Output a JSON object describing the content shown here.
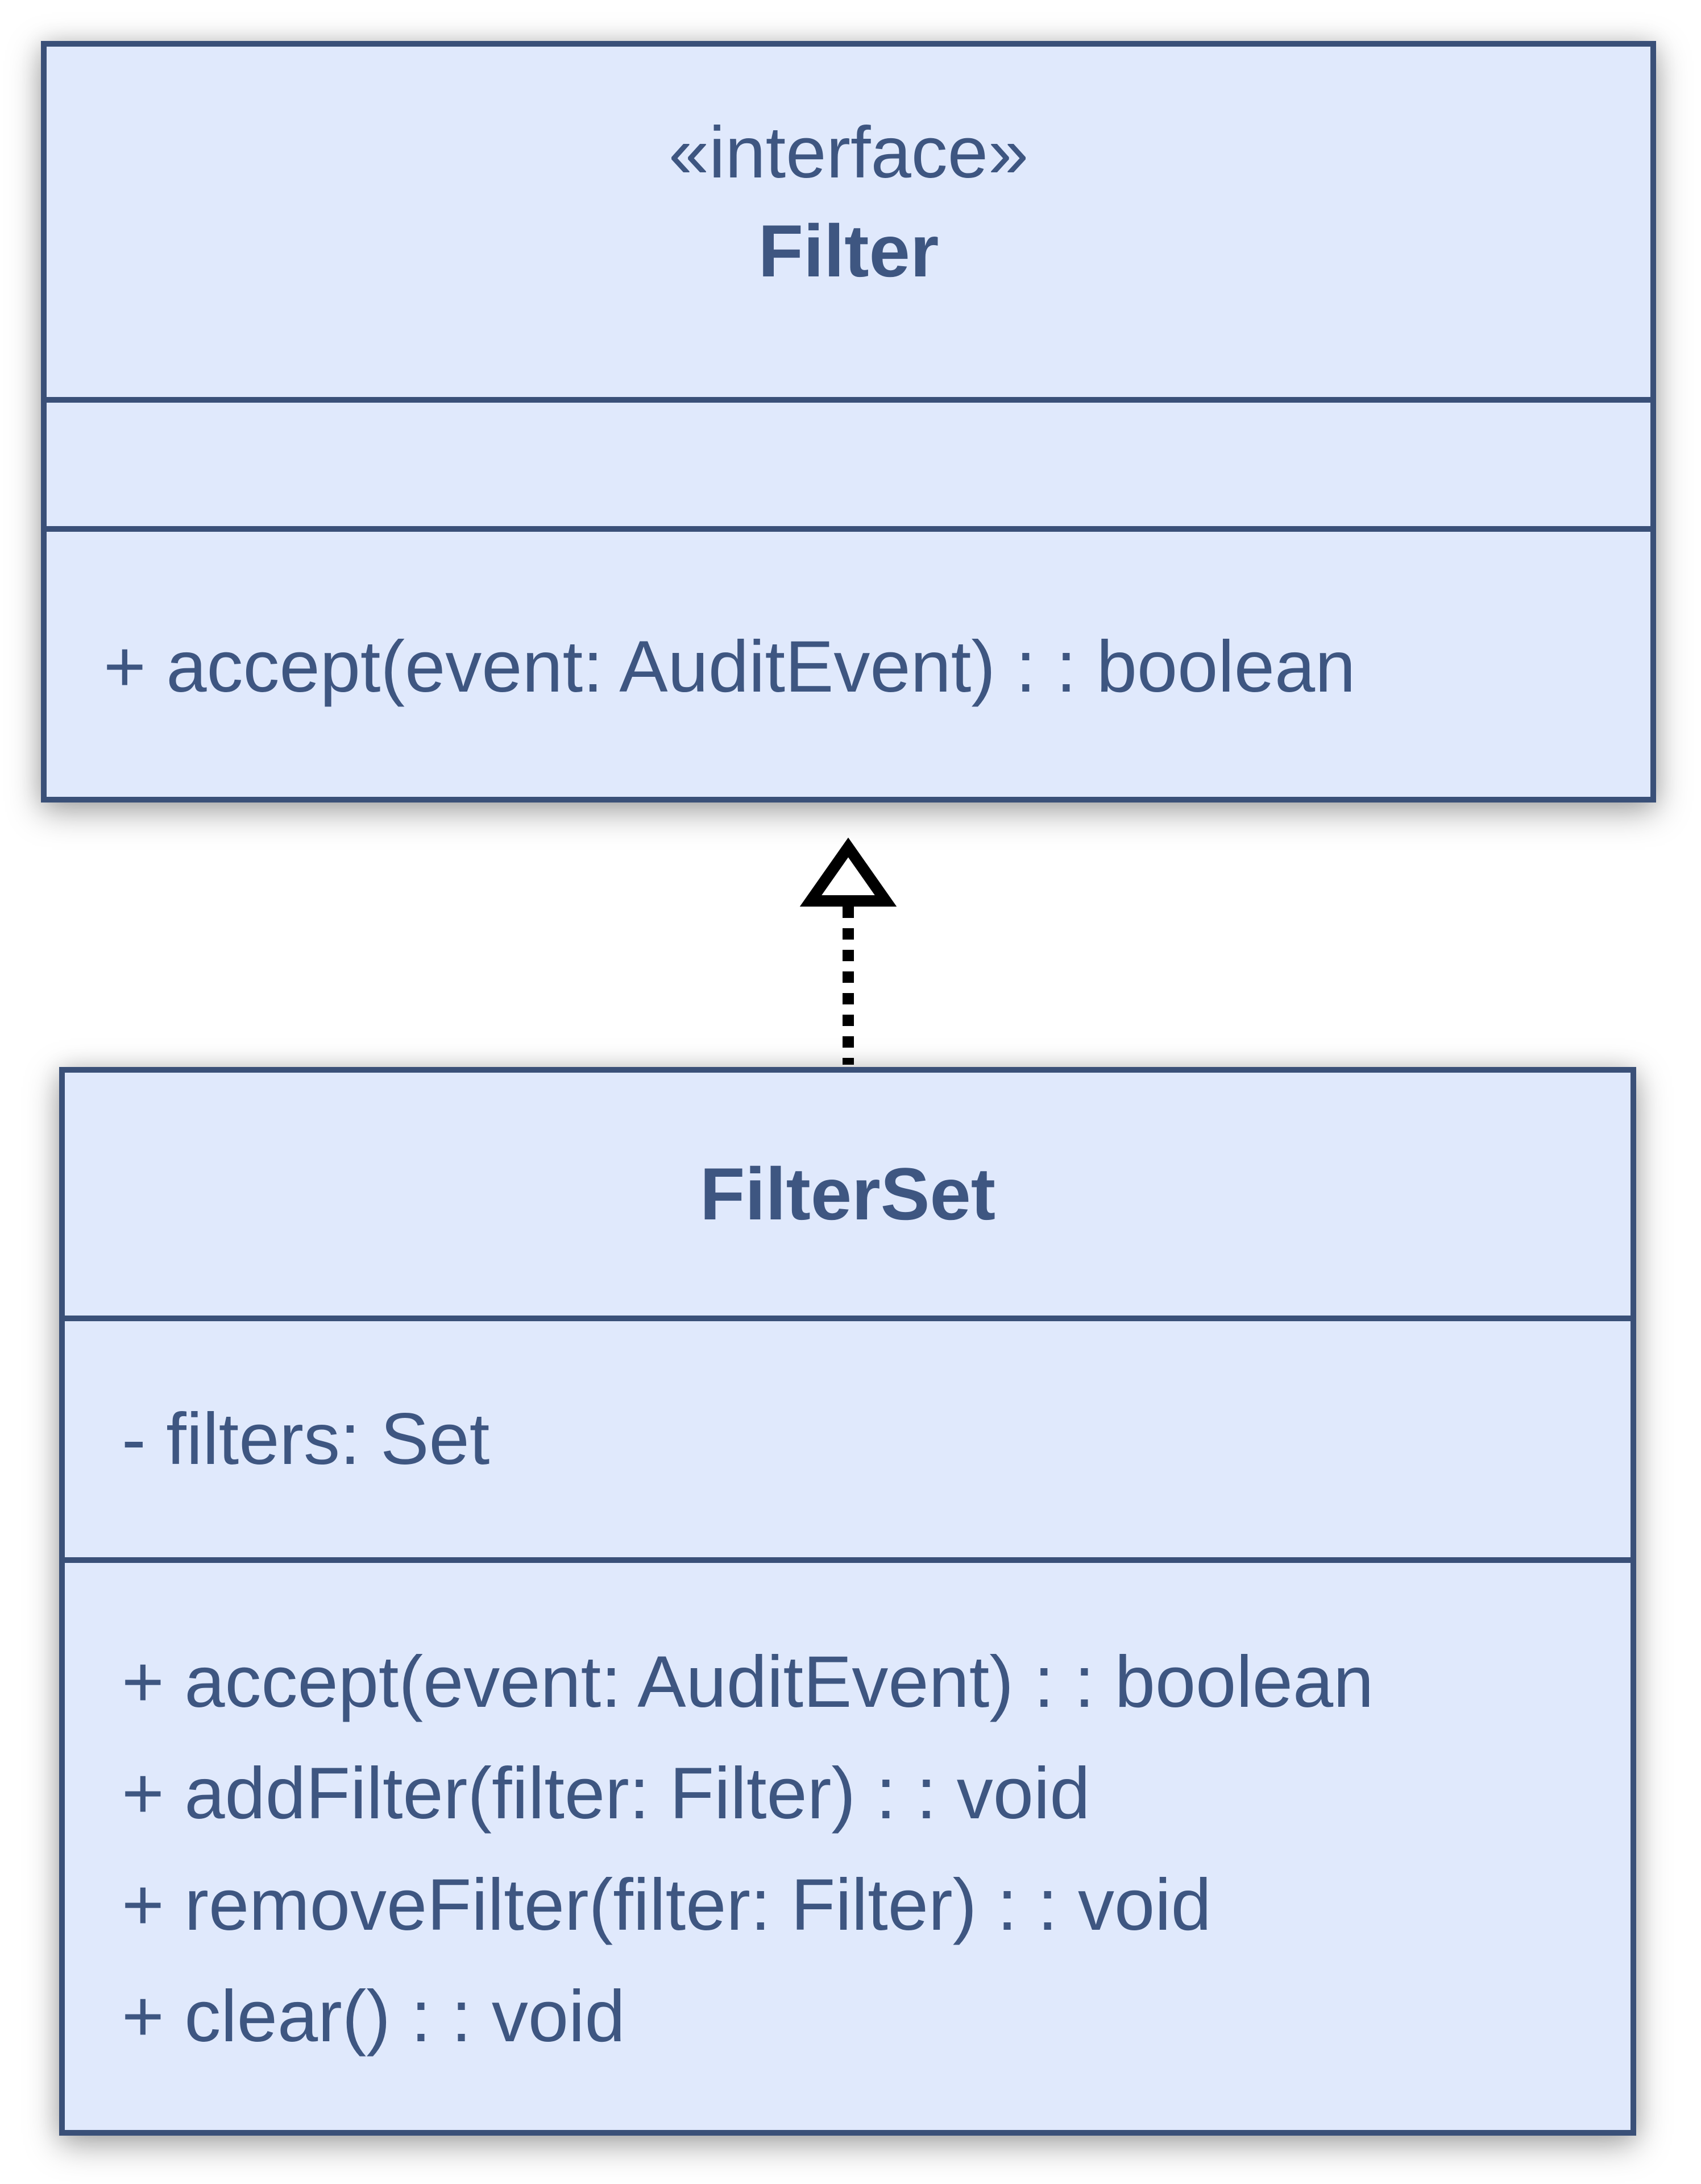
{
  "interface_class": {
    "stereotype": "«interface»",
    "name": "Filter",
    "attributes": [],
    "methods": [
      "+ accept(event: AuditEvent) : : boolean"
    ]
  },
  "implementation_class": {
    "name": "FilterSet",
    "attributes": [
      "- filters: Set"
    ],
    "methods": [
      "+ accept(event: AuditEvent) : : boolean",
      "+ addFilter(filter: Filter) : : void",
      "+ removeFilter(filter: Filter) : : void",
      "+ clear() : : void"
    ]
  },
  "relationship": {
    "type": "realization",
    "from": "FilterSet",
    "to": "Filter"
  },
  "colors": {
    "box_fill": "#e0e9fc",
    "box_border": "#3a5078",
    "text": "#3e5681",
    "arrow": "#000000",
    "background": "#ffffff"
  }
}
